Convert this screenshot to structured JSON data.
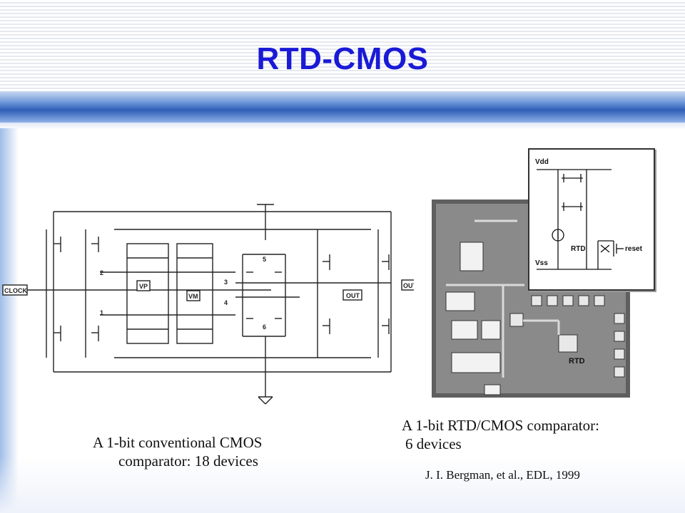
{
  "slide": {
    "title": "RTD-CMOS"
  },
  "schematic": {
    "input_label": "CLOCK",
    "output_label": "OUTB",
    "out_box_label": "OUT",
    "vp_label": "VP",
    "vm_label": "VM",
    "node_labels": [
      "1",
      "2",
      "3",
      "4",
      "5",
      "6"
    ]
  },
  "die_photo": {
    "rtd_label": "RTD"
  },
  "inset_circuit": {
    "vdd_label": "Vdd",
    "vss_label": "Vss",
    "rtd_label": "RTD",
    "reset_label": "reset"
  },
  "captions": {
    "left_line1": "A 1-bit conventional CMOS",
    "left_line2": "comparator: 18 devices",
    "right_line1": "A 1-bit RTD/CMOS comparator:",
    "right_line2": "6 devices",
    "citation": "J. I. Bergman, et al., EDL, 1999"
  }
}
